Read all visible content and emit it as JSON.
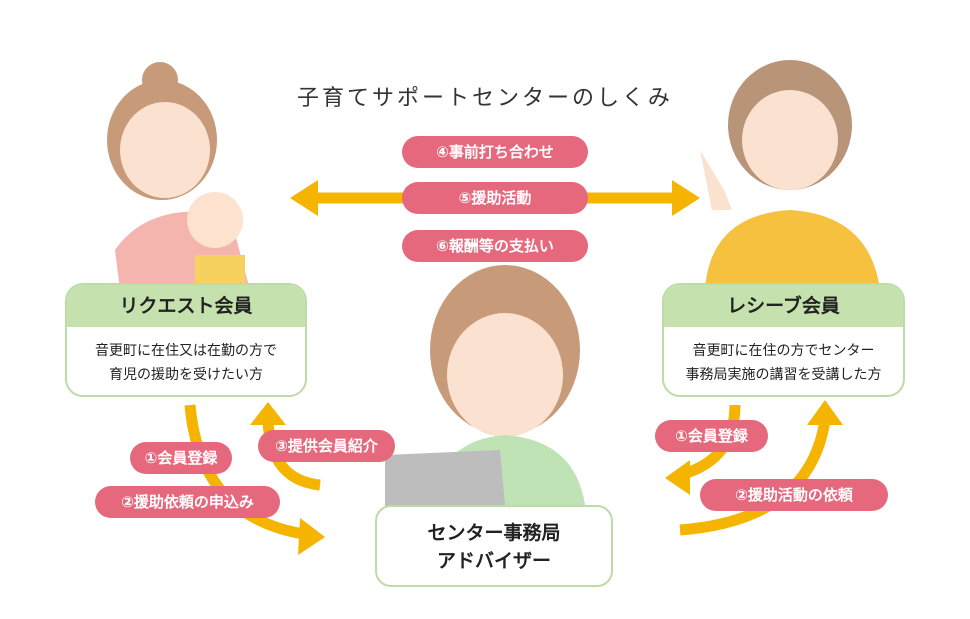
{
  "title": "子育てサポートセンターのしくみ",
  "top_pills": [
    "④事前打ち合わせ",
    "⑤援助活動",
    "⑥報酬等の支払い"
  ],
  "request_member": {
    "title": "リクエスト会員",
    "lines": [
      "音更町に在住又は在勤の方で",
      "育児の援助を受けたい方"
    ]
  },
  "receive_member": {
    "title": "レシーブ会員",
    "lines": [
      "音更町に在住の方でセンター",
      "事務局実施の講習を受講した方"
    ]
  },
  "center": {
    "lines": [
      "センター事務局",
      "アドバイザー"
    ]
  },
  "left_pills": [
    "③提供会員紹介",
    "①会員登録",
    "②援助依頼の申込み"
  ],
  "right_pills": [
    "①会員登録",
    "②援助活動の依頼"
  ],
  "colors": {
    "pill": "#e6687c",
    "arrow": "#f4b400",
    "header": "#c4e1ae",
    "border": "#bcdca7"
  }
}
